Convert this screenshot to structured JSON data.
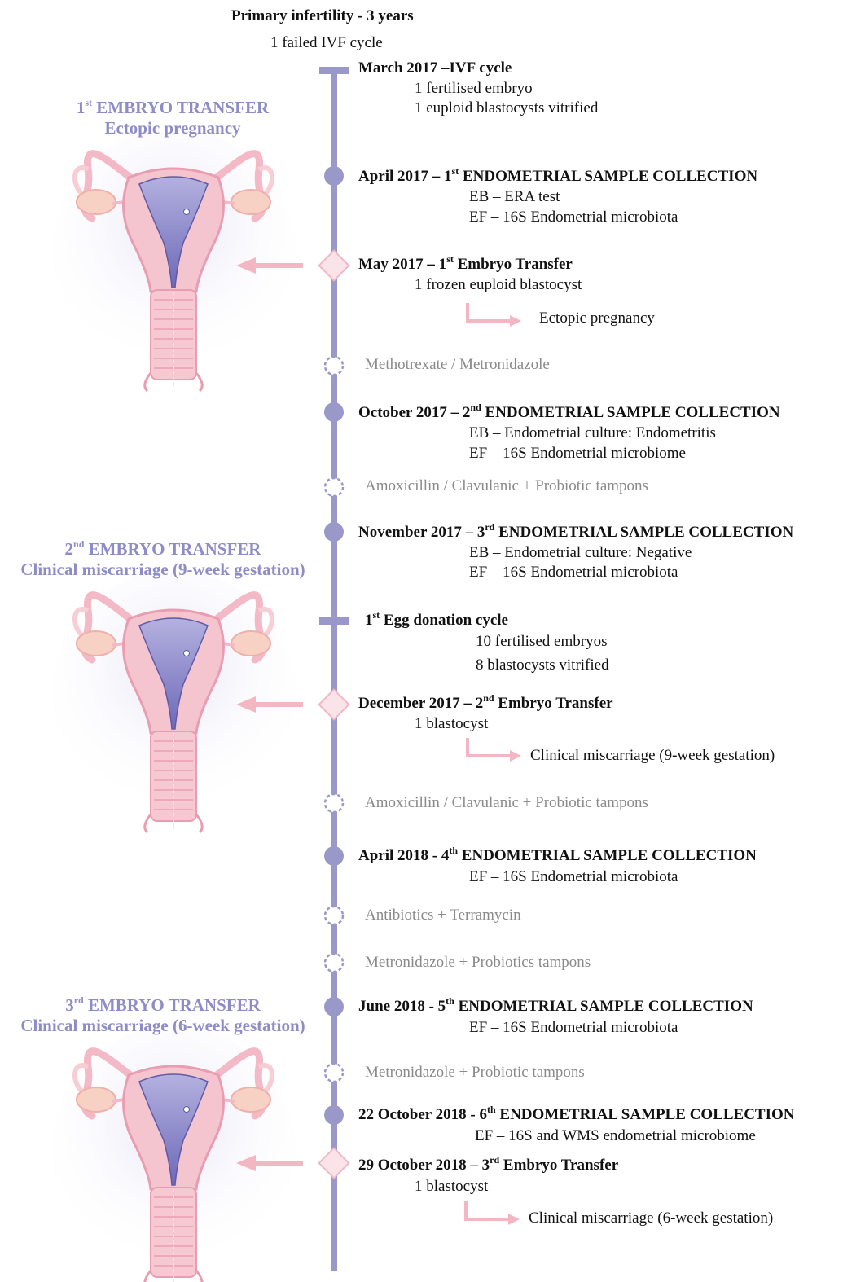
{
  "header": {
    "title": "Primary infertility - 3 years",
    "subtitle": "1 failed IVF cycle"
  },
  "colors": {
    "timeline": "#9a98c9",
    "transfer_label": "#8e8cc6",
    "arrow": "#f3b7c4",
    "diamond_fill": "#fbe3ea",
    "diamond_stroke": "#f0b8c6",
    "treatment_text": "#8a8a8a"
  },
  "transfers": [
    {
      "num": "1",
      "sup": "st",
      "title": "EMBRYO TRANSFER",
      "outcome": "Ectopic pregnancy"
    },
    {
      "num": "2",
      "sup": "nd",
      "title": "EMBRYO TRANSFER",
      "outcome": "Clinical miscarriage (9-week gestation)"
    },
    {
      "num": "3",
      "sup": "rd",
      "title": "EMBRYO TRANSFER",
      "outcome": "Clinical miscarriage (6-week gestation)"
    }
  ],
  "events": {
    "ivf": {
      "title": "March 2017 –IVF cycle",
      "lines": [
        "1 fertilised embryo",
        "1 euploid blastocysts vitrified"
      ]
    },
    "s1": {
      "pre": "April 2017 – 1",
      "sup": "st",
      "post": " ENDOMETRIAL SAMPLE COLLECTION",
      "lines": [
        "EB – ERA test",
        "EF – 16S Endometrial microbiota"
      ]
    },
    "et1": {
      "pre": "May 2017 – 1",
      "sup": "st",
      "post": " Embryo Transfer",
      "lines": [
        "1 frozen euploid blastocyst"
      ],
      "outcome": "Ectopic pregnancy"
    },
    "t1": "Methotrexate / Metronidazole",
    "s2": {
      "pre": "October 2017 – 2",
      "sup": "nd",
      "post": " ENDOMETRIAL SAMPLE COLLECTION",
      "lines": [
        "EB – Endometrial culture: Endometritis",
        "EF – 16S Endometrial microbiome"
      ]
    },
    "t2": "Amoxicillin / Clavulanic  + Probiotic tampons",
    "s3": {
      "pre": "November 2017 – 3",
      "sup": "rd",
      "post": " ENDOMETRIAL SAMPLE COLLECTION",
      "lines": [
        "EB – Endometrial culture: Negative",
        "EF – 16S Endometrial microbiota"
      ]
    },
    "egg": {
      "pre": "1",
      "sup": "st",
      "post": " Egg donation cycle",
      "lines": [
        "10 fertilised embryos",
        "8 blastocysts vitrified"
      ]
    },
    "et2": {
      "pre": "December 2017 – 2",
      "sup": "nd",
      "post": " Embryo Transfer",
      "lines": [
        "1 blastocyst"
      ],
      "outcome": "Clinical miscarriage (9-week gestation)"
    },
    "t3": "Amoxicillin / Clavulanic + Probiotic tampons",
    "s4": {
      "pre": "April 2018 - 4",
      "sup": "th",
      "post": " ENDOMETRIAL SAMPLE COLLECTION",
      "lines": [
        "EF – 16S Endometrial microbiota"
      ]
    },
    "t4": "Antibiotics + Terramycin",
    "t5": "Metronidazole + Probiotics tampons",
    "s5": {
      "pre": "June 2018 - 5",
      "sup": "th",
      "post": " ENDOMETRIAL SAMPLE COLLECTION",
      "lines": [
        "EF – 16S Endometrial microbiota"
      ]
    },
    "t6": "Metronidazole + Probiotic tampons",
    "s6": {
      "pre": "22 October 2018 - 6",
      "sup": "th",
      "post": " ENDOMETRIAL SAMPLE COLLECTION",
      "lines": [
        "EF – 16S and WMS endometrial microbiome"
      ]
    },
    "et3": {
      "pre": "29 October 2018 – 3",
      "sup": "rd",
      "post": " Embryo Transfer",
      "lines": [
        "1 blastocyst"
      ],
      "outcome": "Clinical miscarriage (6-week gestation)"
    }
  }
}
